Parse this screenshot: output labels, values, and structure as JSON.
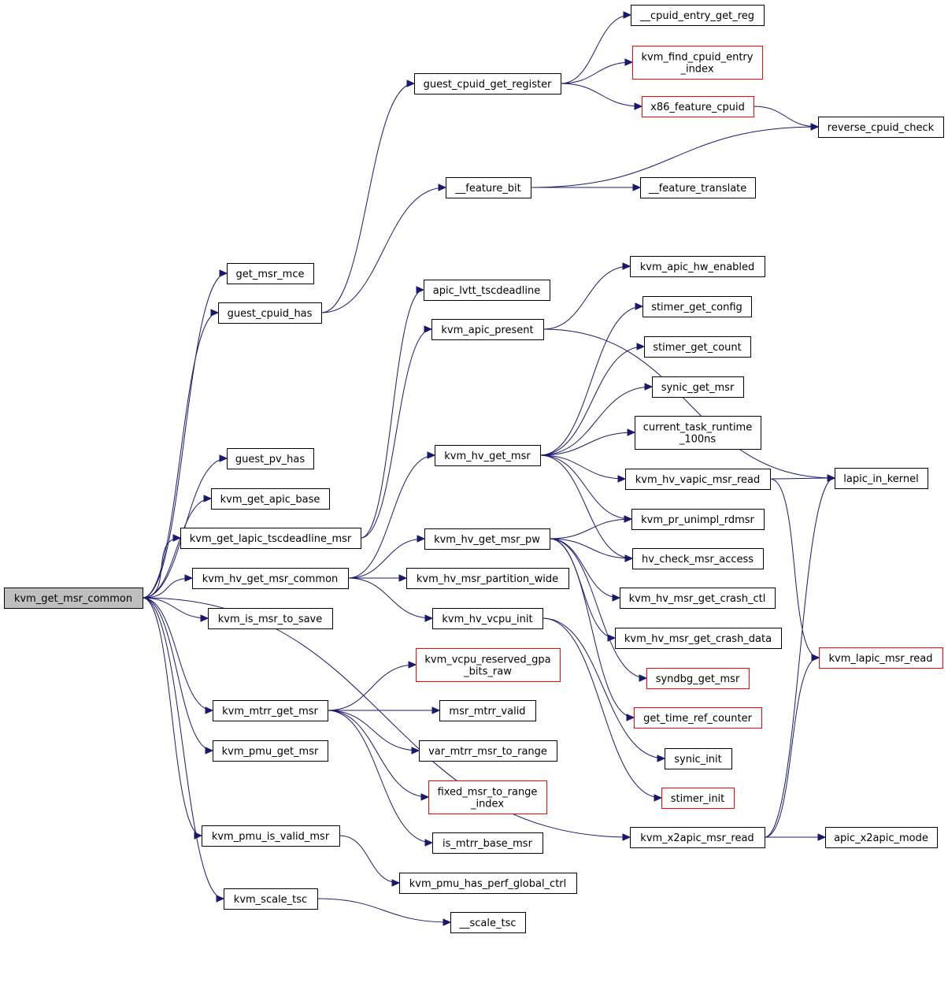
{
  "title": "",
  "colors": {
    "edge": "#191970",
    "box_border": "#000000",
    "box_border_external": "#ff0000",
    "root_fill": "#bfbfbf"
  },
  "nodes": {
    "root": {
      "lines": [
        "kvm_get_msr_common"
      ],
      "style": "root"
    },
    "get_msr_mce": {
      "lines": [
        "get_msr_mce"
      ]
    },
    "guest_cpuid_has": {
      "lines": [
        "guest_cpuid_has"
      ]
    },
    "guest_pv_has": {
      "lines": [
        "guest_pv_has"
      ]
    },
    "kvm_get_apic_base": {
      "lines": [
        "kvm_get_apic_base"
      ]
    },
    "kvm_get_lapic_tscdeadline_msr": {
      "lines": [
        "kvm_get_lapic_tscdeadline_msr"
      ]
    },
    "kvm_hv_get_msr_common": {
      "lines": [
        "kvm_hv_get_msr_common"
      ]
    },
    "kvm_is_msr_to_save": {
      "lines": [
        "kvm_is_msr_to_save"
      ]
    },
    "kvm_mtrr_get_msr": {
      "lines": [
        "kvm_mtrr_get_msr"
      ]
    },
    "kvm_pmu_get_msr": {
      "lines": [
        "kvm_pmu_get_msr"
      ]
    },
    "kvm_pmu_is_valid_msr": {
      "lines": [
        "kvm_pmu_is_valid_msr"
      ]
    },
    "kvm_scale_tsc": {
      "lines": [
        "kvm_scale_tsc"
      ]
    },
    "guest_cpuid_get_register": {
      "lines": [
        "guest_cpuid_get_register"
      ]
    },
    "feature_bit": {
      "lines": [
        "__feature_bit"
      ]
    },
    "apic_lvtt_tscdeadline": {
      "lines": [
        "apic_lvtt_tscdeadline"
      ]
    },
    "kvm_apic_present": {
      "lines": [
        "kvm_apic_present"
      ]
    },
    "kvm_hv_get_msr": {
      "lines": [
        "kvm_hv_get_msr"
      ]
    },
    "kvm_hv_get_msr_pw": {
      "lines": [
        "kvm_hv_get_msr_pw"
      ]
    },
    "kvm_hv_msr_partition_wide": {
      "lines": [
        "kvm_hv_msr_partition_wide"
      ]
    },
    "kvm_hv_vcpu_init": {
      "lines": [
        "kvm_hv_vcpu_init"
      ]
    },
    "kvm_vcpu_reserved_gpa_bits_raw": {
      "lines": [
        "kvm_vcpu_reserved_gpa",
        "_bits_raw"
      ],
      "style": "red"
    },
    "msr_mtrr_valid": {
      "lines": [
        "msr_mtrr_valid"
      ]
    },
    "var_mtrr_msr_to_range": {
      "lines": [
        "var_mtrr_msr_to_range"
      ]
    },
    "fixed_msr_to_range_index": {
      "lines": [
        "fixed_msr_to_range",
        "_index"
      ],
      "style": "red"
    },
    "is_mtrr_base_msr": {
      "lines": [
        "is_mtrr_base_msr"
      ]
    },
    "kvm_pmu_has_perf_global_ctrl": {
      "lines": [
        "kvm_pmu_has_perf_global_ctrl"
      ]
    },
    "scale_tsc": {
      "lines": [
        "__scale_tsc"
      ]
    },
    "kvm_x2apic_msr_read": {
      "lines": [
        "kvm_x2apic_msr_read"
      ]
    },
    "cpuid_entry_get_reg": {
      "lines": [
        "__cpuid_entry_get_reg"
      ]
    },
    "kvm_find_cpuid_entry_index": {
      "lines": [
        "kvm_find_cpuid_entry",
        "_index"
      ],
      "style": "red"
    },
    "x86_feature_cpuid": {
      "lines": [
        "x86_feature_cpuid"
      ],
      "style": "red"
    },
    "feature_translate": {
      "lines": [
        "__feature_translate"
      ]
    },
    "kvm_apic_hw_enabled": {
      "lines": [
        "kvm_apic_hw_enabled"
      ]
    },
    "stimer_get_config": {
      "lines": [
        "stimer_get_config"
      ]
    },
    "stimer_get_count": {
      "lines": [
        "stimer_get_count"
      ]
    },
    "synic_get_msr": {
      "lines": [
        "synic_get_msr"
      ]
    },
    "current_task_runtime_100ns": {
      "lines": [
        "current_task_runtime",
        "_100ns"
      ]
    },
    "kvm_hv_vapic_msr_read": {
      "lines": [
        "kvm_hv_vapic_msr_read"
      ]
    },
    "kvm_pr_unimpl_rdmsr": {
      "lines": [
        "kvm_pr_unimpl_rdmsr"
      ]
    },
    "hv_check_msr_access": {
      "lines": [
        "hv_check_msr_access"
      ]
    },
    "kvm_hv_msr_get_crash_ctl": {
      "lines": [
        "kvm_hv_msr_get_crash_ctl"
      ]
    },
    "kvm_hv_msr_get_crash_data": {
      "lines": [
        "kvm_hv_msr_get_crash_data"
      ]
    },
    "syndbg_get_msr": {
      "lines": [
        "syndbg_get_msr"
      ],
      "style": "red"
    },
    "get_time_ref_counter": {
      "lines": [
        "get_time_ref_counter"
      ],
      "style": "red"
    },
    "synic_init": {
      "lines": [
        "synic_init"
      ]
    },
    "stimer_init": {
      "lines": [
        "stimer_init"
      ],
      "style": "red"
    },
    "apic_x2apic_mode": {
      "lines": [
        "apic_x2apic_mode"
      ]
    },
    "reverse_cpuid_check": {
      "lines": [
        "reverse_cpuid_check"
      ]
    },
    "lapic_in_kernel": {
      "lines": [
        "lapic_in_kernel"
      ]
    },
    "kvm_lapic_msr_read": {
      "lines": [
        "kvm_lapic_msr_read"
      ],
      "style": "red"
    }
  },
  "edges": [
    [
      "root",
      "get_msr_mce"
    ],
    [
      "root",
      "guest_cpuid_has"
    ],
    [
      "root",
      "guest_pv_has"
    ],
    [
      "root",
      "kvm_get_apic_base"
    ],
    [
      "root",
      "kvm_get_lapic_tscdeadline_msr"
    ],
    [
      "root",
      "kvm_hv_get_msr_common"
    ],
    [
      "root",
      "kvm_is_msr_to_save"
    ],
    [
      "root",
      "kvm_mtrr_get_msr"
    ],
    [
      "root",
      "kvm_pmu_get_msr"
    ],
    [
      "root",
      "kvm_pmu_is_valid_msr"
    ],
    [
      "root",
      "kvm_scale_tsc"
    ],
    [
      "root",
      "kvm_x2apic_msr_read"
    ],
    [
      "guest_cpuid_has",
      "guest_cpuid_get_register"
    ],
    [
      "guest_cpuid_has",
      "feature_bit"
    ],
    [
      "guest_cpuid_get_register",
      "cpuid_entry_get_reg"
    ],
    [
      "guest_cpuid_get_register",
      "kvm_find_cpuid_entry_index"
    ],
    [
      "guest_cpuid_get_register",
      "x86_feature_cpuid"
    ],
    [
      "x86_feature_cpuid",
      "reverse_cpuid_check"
    ],
    [
      "feature_bit",
      "reverse_cpuid_check"
    ],
    [
      "feature_bit",
      "feature_translate"
    ],
    [
      "kvm_get_lapic_tscdeadline_msr",
      "apic_lvtt_tscdeadline"
    ],
    [
      "kvm_get_lapic_tscdeadline_msr",
      "kvm_apic_present"
    ],
    [
      "kvm_apic_present",
      "kvm_apic_hw_enabled"
    ],
    [
      "kvm_apic_present",
      "lapic_in_kernel"
    ],
    [
      "kvm_hv_get_msr_common",
      "kvm_hv_get_msr"
    ],
    [
      "kvm_hv_get_msr_common",
      "kvm_hv_get_msr_pw"
    ],
    [
      "kvm_hv_get_msr_common",
      "kvm_hv_msr_partition_wide"
    ],
    [
      "kvm_hv_get_msr_common",
      "kvm_hv_vcpu_init"
    ],
    [
      "kvm_hv_get_msr",
      "stimer_get_config"
    ],
    [
      "kvm_hv_get_msr",
      "stimer_get_count"
    ],
    [
      "kvm_hv_get_msr",
      "synic_get_msr"
    ],
    [
      "kvm_hv_get_msr",
      "current_task_runtime_100ns"
    ],
    [
      "kvm_hv_get_msr",
      "kvm_hv_vapic_msr_read"
    ],
    [
      "kvm_hv_get_msr",
      "kvm_pr_unimpl_rdmsr"
    ],
    [
      "kvm_hv_get_msr",
      "hv_check_msr_access"
    ],
    [
      "kvm_hv_vapic_msr_read",
      "lapic_in_kernel"
    ],
    [
      "kvm_hv_vapic_msr_read",
      "kvm_lapic_msr_read"
    ],
    [
      "kvm_hv_get_msr_pw",
      "kvm_pr_unimpl_rdmsr"
    ],
    [
      "kvm_hv_get_msr_pw",
      "hv_check_msr_access"
    ],
    [
      "kvm_hv_get_msr_pw",
      "kvm_hv_msr_get_crash_ctl"
    ],
    [
      "kvm_hv_get_msr_pw",
      "kvm_hv_msr_get_crash_data"
    ],
    [
      "kvm_hv_get_msr_pw",
      "syndbg_get_msr"
    ],
    [
      "kvm_hv_get_msr_pw",
      "get_time_ref_counter"
    ],
    [
      "kvm_hv_vcpu_init",
      "synic_init"
    ],
    [
      "kvm_hv_vcpu_init",
      "stimer_init"
    ],
    [
      "kvm_mtrr_get_msr",
      "kvm_vcpu_reserved_gpa_bits_raw"
    ],
    [
      "kvm_mtrr_get_msr",
      "msr_mtrr_valid"
    ],
    [
      "kvm_mtrr_get_msr",
      "var_mtrr_msr_to_range"
    ],
    [
      "kvm_mtrr_get_msr",
      "fixed_msr_to_range_index"
    ],
    [
      "kvm_mtrr_get_msr",
      "is_mtrr_base_msr"
    ],
    [
      "kvm_pmu_is_valid_msr",
      "kvm_pmu_has_perf_global_ctrl"
    ],
    [
      "kvm_scale_tsc",
      "scale_tsc"
    ],
    [
      "kvm_x2apic_msr_read",
      "apic_x2apic_mode"
    ],
    [
      "kvm_x2apic_msr_read",
      "lapic_in_kernel"
    ],
    [
      "kvm_x2apic_msr_read",
      "kvm_lapic_msr_read"
    ]
  ]
}
